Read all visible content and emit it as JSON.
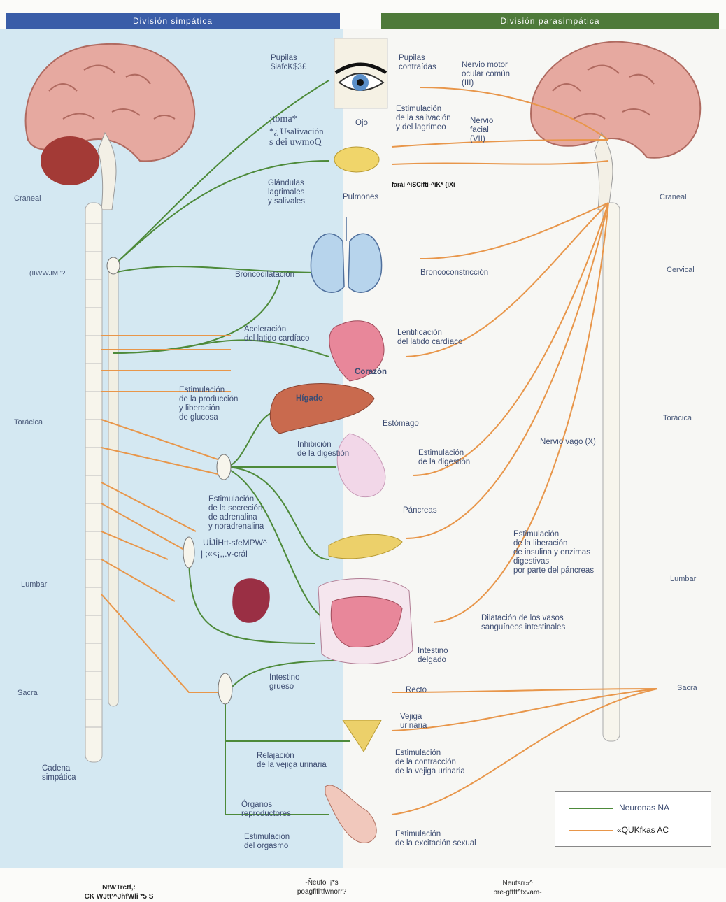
{
  "headers": {
    "sympathetic": "División simpática",
    "parasympathetic": "División parasimpática"
  },
  "regions_left": [
    "Craneal",
    "Torácica",
    "Lumbar",
    "Sacra"
  ],
  "regions_right": [
    "Craneal",
    "Cervical",
    "Torácica",
    "Lumbar",
    "Sacra"
  ],
  "left_misc": {
    "cervical_garbled": "(IIWWJM '?",
    "chain": "Cadena\nsimpática"
  },
  "organs": {
    "ojo": "Ojo",
    "pulmones": "Pulmones",
    "corazon": "Corazón",
    "higado": "Hígado",
    "estomago": "Estómago",
    "pancreas": "Páncreas",
    "intestino_delgado": "Intestino\ndelgado",
    "recto": "Recto",
    "vejiga": "Vejiga\nurinaria"
  },
  "sym_effects": {
    "pupilas": "Pupilas\n$iafcK$3£",
    "toma1": "¡toma*",
    "toma2": "*¿ Usalivación",
    "toma3": "s dei uwmoQ",
    "glandulas": "Glándulas\nlagrimales\ny salivales",
    "bronco": "Broncodilatación",
    "aceleracion": "Aceleración\ndel latido cardíaco",
    "glucosa": "Estimulación\nde la producción\ny liberación\nde glucosa",
    "inhibicion": "Inhibición\nde la digestión",
    "adrenalina": "Estimulación\nde la secreción\nde adrenalina\ny noradrenalina",
    "garbled1": "UÍJÍHtt-sfeMPW^",
    "garbled2": "| ;«<¡,,.v-crál",
    "grueso": "Intestino\ngrueso",
    "relajacion": "Relajación\nde la vejiga urinaria",
    "reproductores": "Órganos\nreproductores",
    "orgasmo": "Estimulación\ndel orgasmo"
  },
  "para_effects": {
    "pupilas": "Pupilas\ncontraídas",
    "nervio_motor": "Nervio motor\nocular común\n(III)",
    "salivacion": "Estimulación\nde la salivación\ny del lagrimeo",
    "facial": "Nervio\nfacial\n(VII)",
    "garbled": "farái ^iSCífti-^iK* {iXí",
    "bronco": "Broncoconstricción",
    "lentificacion": "Lentificación\ndel latido cardíaco",
    "vago": "Nervio vago (X)",
    "digestion": "Estimulación\nde la digestión",
    "insulina": "Estimulación\nde la liberación\nde insulina y enzimas\ndigestivas\npor parte del páncreas",
    "dilatacion": "Dilatación de los vasos\nsanguíneos intestinales",
    "contraccion": "Estimulación\nde la contracción\nde la vejiga urinaria",
    "excitacion": "Estimulación\nde la excitación sexual"
  },
  "legend": {
    "na": "Neuronas NA",
    "ac": "«QUKfkas AC"
  },
  "footer": {
    "left": "NtWTrctf,:\nCK WJtt'^JhfWli *5 S",
    "center": "-Ñeüfoi ¡*s\npoagflfl'tfwnorr?",
    "right": "Neutsrr»^\npre-gftft^txvam-"
  },
  "colors": {
    "sympathetic_header": "#3a5da8",
    "parasympathetic_header": "#4e7a3a",
    "sym_panel": "#d4e8f2",
    "na_fiber": "#4d8a3a",
    "ac_fiber": "#e8964a"
  }
}
